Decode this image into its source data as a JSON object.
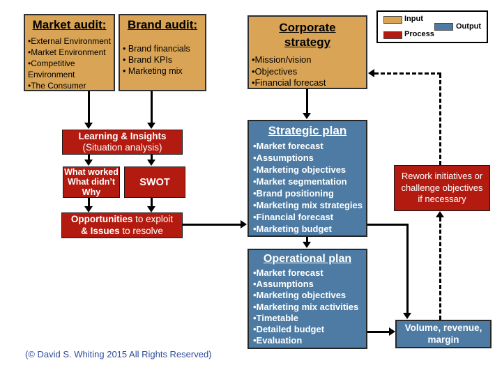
{
  "colors": {
    "input_fill": "#D9A455",
    "process_fill": "#B31B10",
    "output_fill": "#4D7BA3",
    "copyright_text": "#2E4C9A"
  },
  "legend": {
    "input_label": "Input",
    "process_label": "Process",
    "output_label": "Output"
  },
  "boxes": {
    "market_audit": {
      "title": "Market audit:",
      "items": [
        "•External Environment",
        "•Market Environment",
        "•Competitive Environment",
        "•The Consumer"
      ]
    },
    "brand_audit": {
      "title": "Brand audit:",
      "items": [
        "• Brand financials",
        "• Brand KPIs",
        "• Marketing mix"
      ]
    },
    "corporate_strategy": {
      "title_line1": "Corporate",
      "title_line2": "strategy",
      "items": [
        "•Mission/vision",
        "•Objectives",
        "•Financial forecast"
      ]
    },
    "learning_insights": {
      "line1": "Learning & Insights",
      "line2": "(Situation analysis)"
    },
    "what_worked": {
      "line1": "What worked",
      "line2": "What didn’t",
      "line3": "Why"
    },
    "swot": {
      "label": "SWOT"
    },
    "opportunities": {
      "line1_bold": "Opportunities",
      "line1_rest": " to exploit",
      "line2_bold": "& Issues",
      "line2_rest": " to resolve"
    },
    "strategic_plan": {
      "title": "Strategic plan",
      "items": [
        "•Market forecast",
        "•Assumptions",
        "•Marketing objectives",
        "•Market segmentation",
        "•Brand positioning",
        "•Marketing mix strategies",
        "•Financial forecast",
        "•Marketing budget"
      ]
    },
    "operational_plan": {
      "title": "Operational plan",
      "items": [
        "•Market forecast",
        "•Assumptions",
        "•Marketing objectives",
        "•Marketing mix activities",
        "•Timetable",
        "•Detailed budget",
        "•Evaluation"
      ]
    },
    "rework": {
      "line1": "Rework initiatives or",
      "line2": "challenge objectives",
      "line3": "if necessary"
    },
    "volume": {
      "line1": "Volume, revenue,",
      "line2": "margin"
    }
  },
  "footer": {
    "copyright": "(© David S. Whiting 2015 All Rights Reserved)"
  }
}
